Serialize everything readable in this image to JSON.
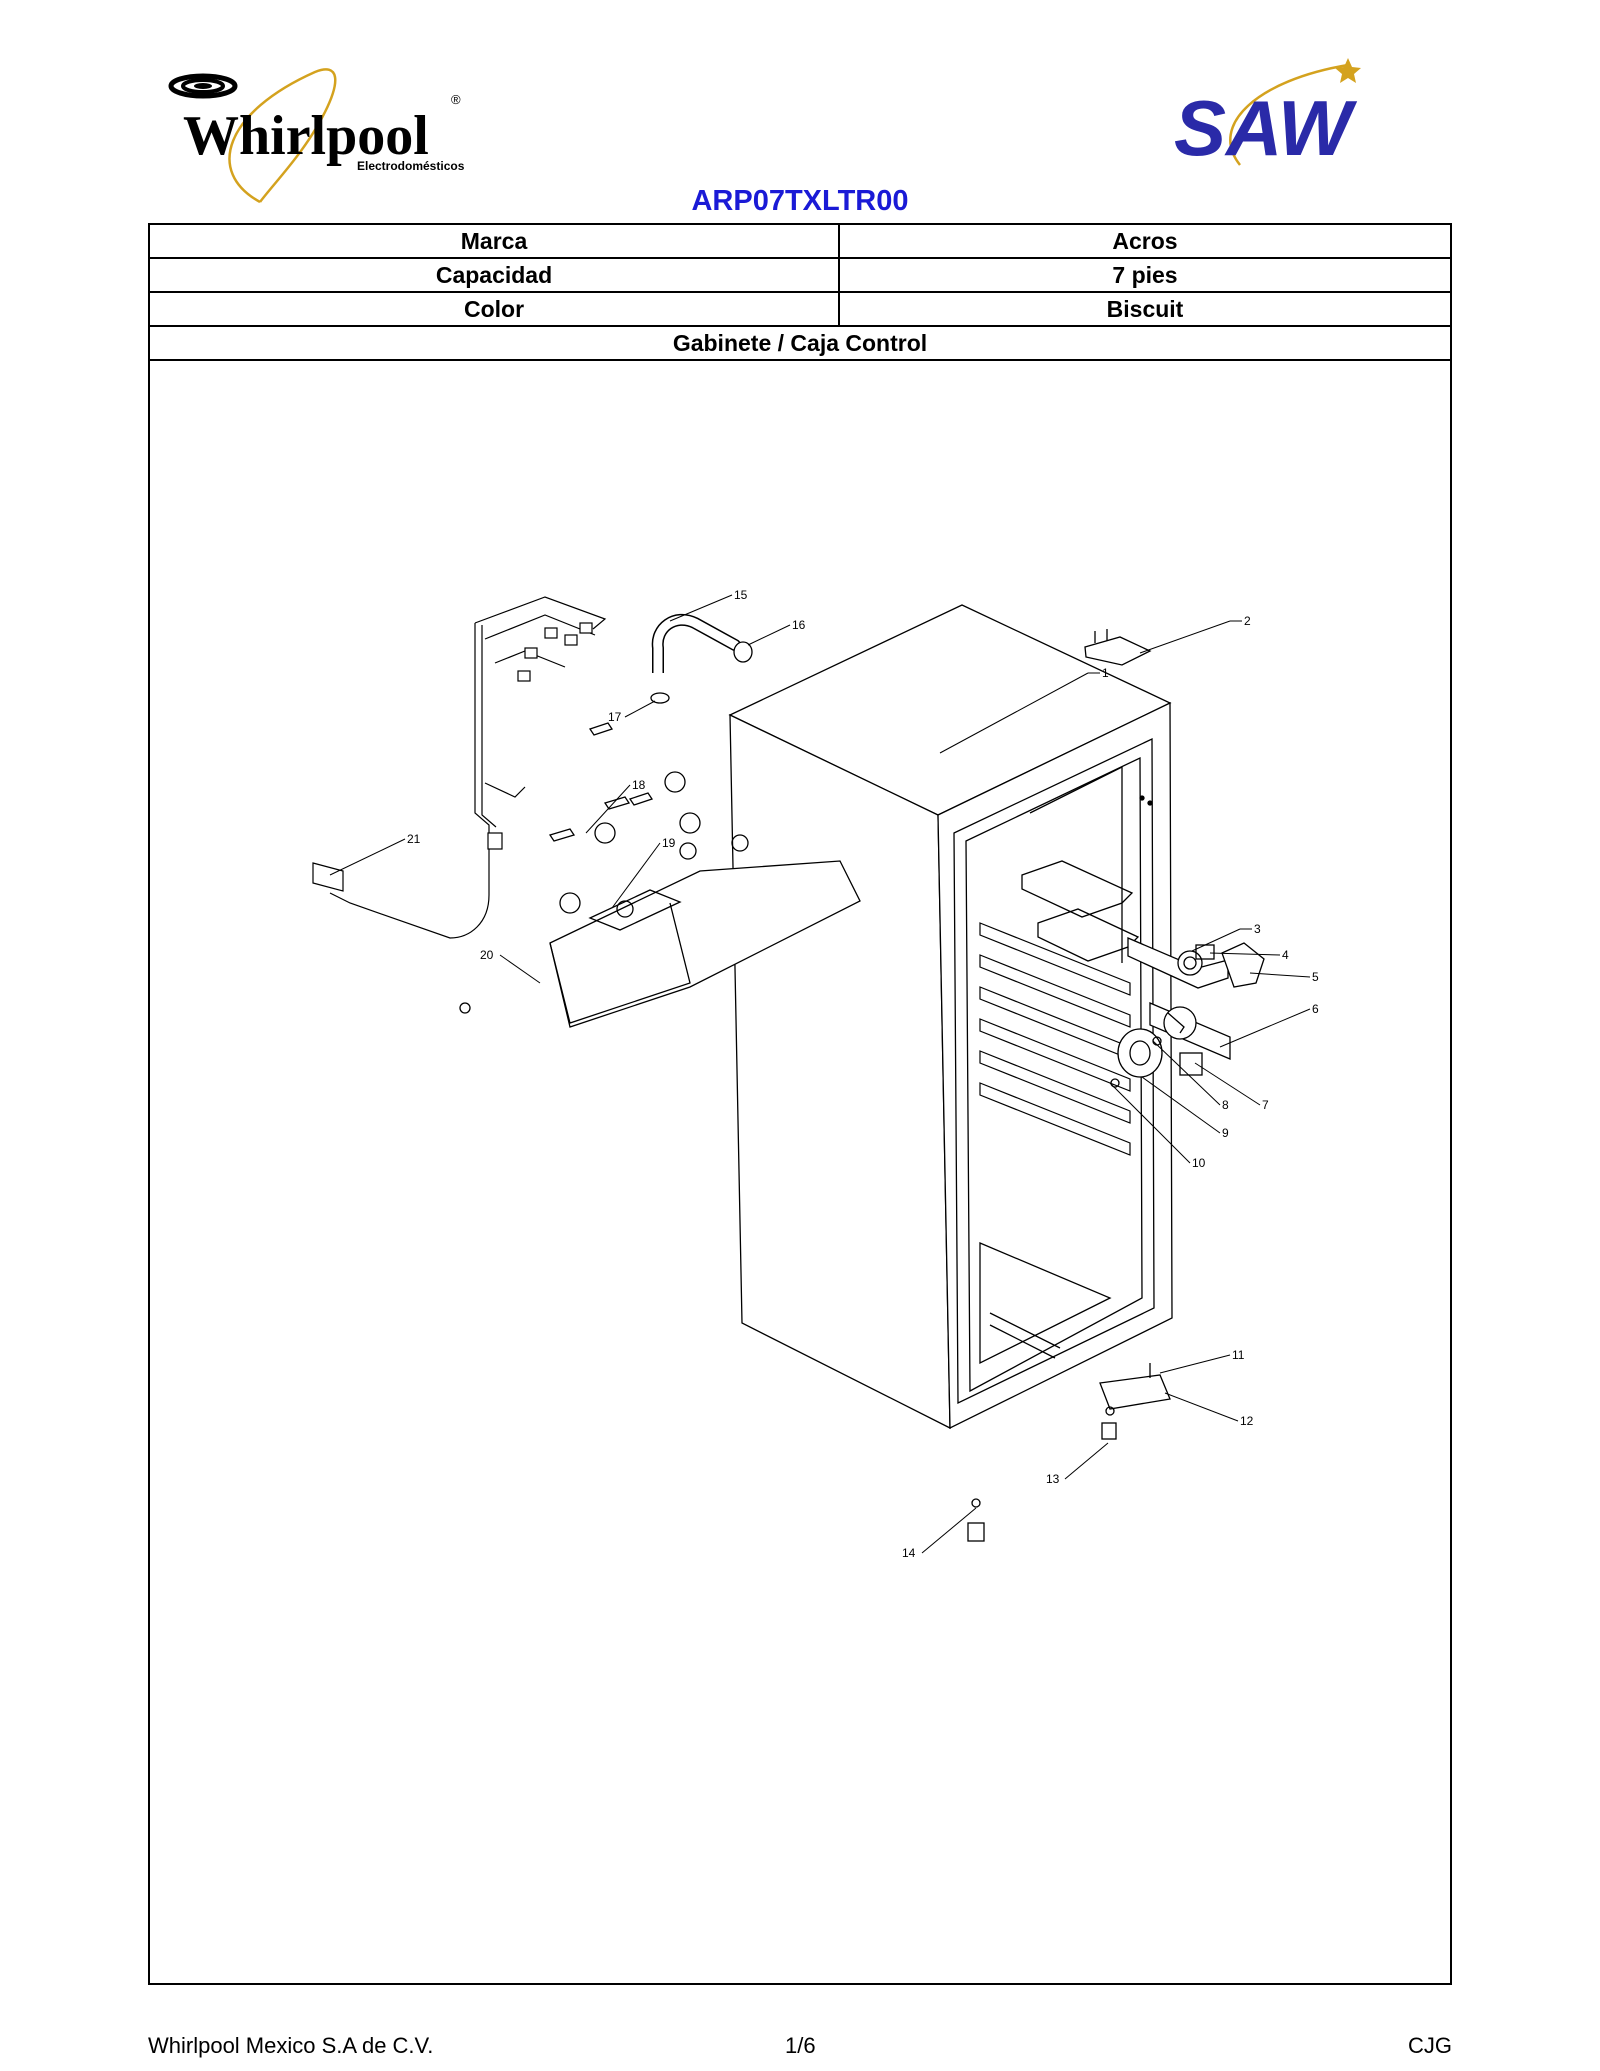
{
  "header": {
    "whirlpool_logo": {
      "name": "Whirlpool",
      "sub": "Electrodomésticos",
      "reg": "®"
    },
    "saw_logo": {
      "name": "SAW"
    },
    "model": "ARP07TXLTR00"
  },
  "specs": [
    {
      "label": "Marca",
      "value": "Acros"
    },
    {
      "label": "Capacidad",
      "value": "7 pies"
    },
    {
      "label": "Color",
      "value": "Biscuit"
    }
  ],
  "section_title": "Gabinete / Caja Control",
  "diagram": {
    "callouts": [
      "1",
      "2",
      "3",
      "4",
      "5",
      "6",
      "7",
      "8",
      "9",
      "10",
      "11",
      "12",
      "13",
      "14",
      "15",
      "16",
      "17",
      "18",
      "19",
      "20",
      "21"
    ]
  },
  "footer": {
    "company": "Whirlpool Mexico S.A de C.V.",
    "page": "1/6",
    "author": "CJG"
  },
  "colors": {
    "model_title": "#1a1ad6",
    "saw_blue": "#2a2aa8",
    "logo_gold": "#d4a21e"
  }
}
